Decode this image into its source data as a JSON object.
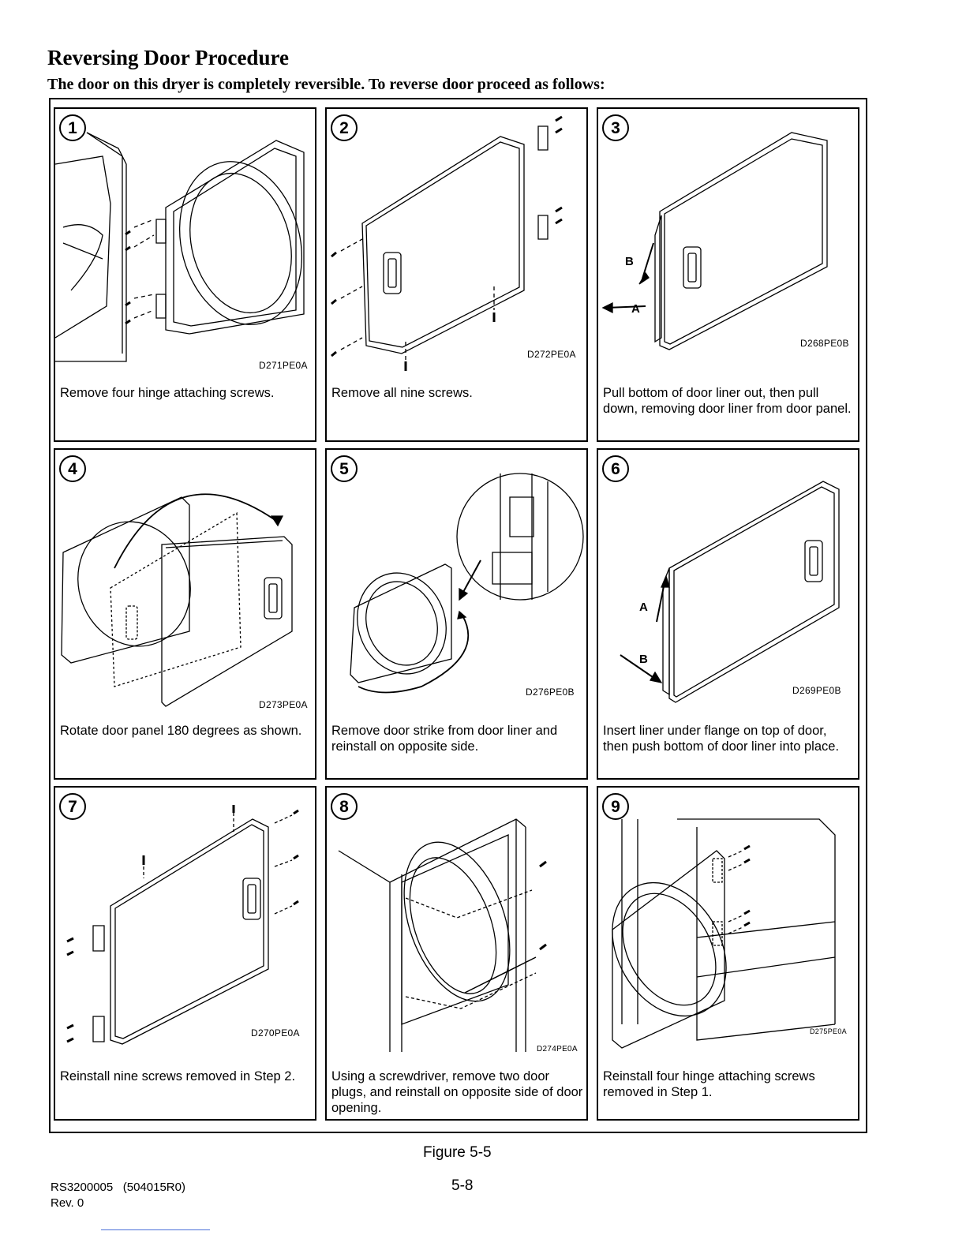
{
  "page": {
    "title": "Reversing Door Procedure",
    "subtitle": "The door on this dryer is completely reversible. To reverse door proceed as follows:",
    "figure_label": "Figure 5-5",
    "footer_doc": "RS3200005   (504015R0)",
    "footer_rev": "Rev. 0",
    "page_number": "5-8"
  },
  "steps": [
    {
      "number": "1",
      "code": "D271PE0A",
      "caption": "Remove four hinge attaching screws."
    },
    {
      "number": "2",
      "code": "D272PE0A",
      "caption": "Remove all nine screws."
    },
    {
      "number": "3",
      "code": "D268PE0B",
      "caption": "Pull bottom of door liner out, then pull down, removing door liner from door panel.",
      "labels": [
        "B",
        "A"
      ]
    },
    {
      "number": "4",
      "code": "D273PE0A",
      "caption": "Rotate door panel 180 degrees as shown."
    },
    {
      "number": "5",
      "code": "D276PE0B",
      "caption": "Remove door strike from door liner and reinstall on opposite side."
    },
    {
      "number": "6",
      "code": "D269PE0B",
      "caption": "Insert liner under flange on top of door, then push bottom of door liner into place.",
      "labels": [
        "A",
        "B"
      ]
    },
    {
      "number": "7",
      "code": "D270PE0A",
      "caption": "Reinstall nine screws removed in Step 2."
    },
    {
      "number": "8",
      "code": "D274PE0A",
      "caption": "Using a screwdriver, remove two door plugs, and reinstall on opposite side of door opening."
    },
    {
      "number": "9",
      "code": "D275PE0A",
      "caption": "Reinstall four hinge attaching screws removed in Step 1."
    }
  ]
}
